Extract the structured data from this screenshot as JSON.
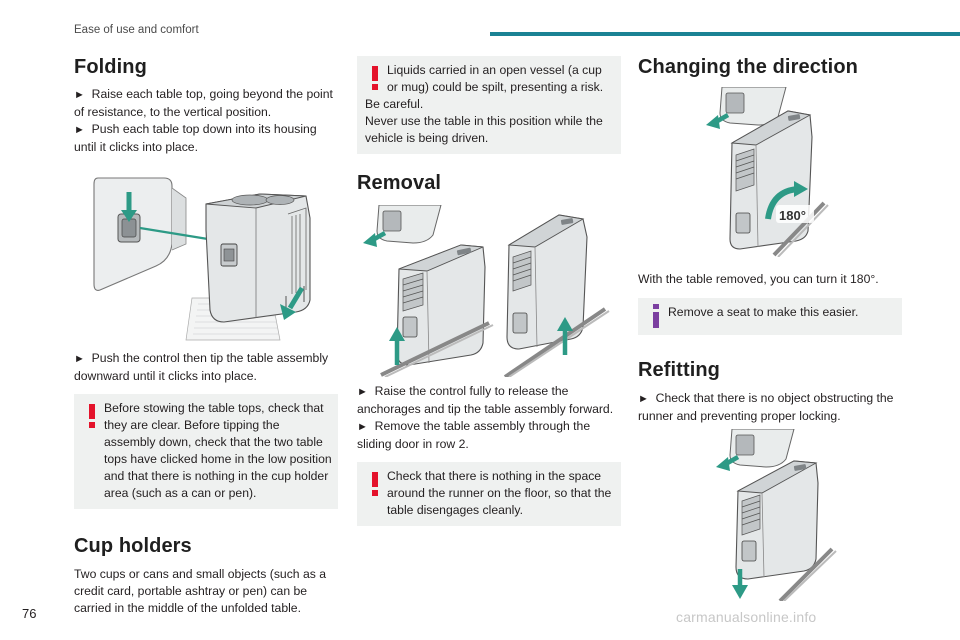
{
  "header": {
    "section": "Ease of use and comfort",
    "accent_color": "#1a8294"
  },
  "page_number": "76",
  "watermark": "carmanualsonline.info",
  "colors": {
    "warning": "#e4122b",
    "info": "#7b3fa0",
    "arrow": "#2d9a86",
    "box": "#eff1f0"
  },
  "folding": {
    "title": "Folding",
    "step1": "Raise each table top, going beyond the point of resistance, to the vertical position.",
    "step2": "Push each table top down into its housing until it clicks into place.",
    "step3": "Push the control then tip the table assembly downward until it clicks into place.",
    "warning": "Before stowing the table tops, check that they are clear. Before tipping the assembly down, check that the two table tops have clicked home in the low position and that there is nothing in the cup holder area (such as a can or pen)."
  },
  "cup_holders": {
    "title": "Cup holders",
    "text": "Two cups or cans and small objects (such as a credit card, portable ashtray or pen) can be carried in the middle of the unfolded table."
  },
  "liquids_warning": {
    "line1": "Liquids carried in an open vessel (a cup or mug) could be spilt, presenting a risk.",
    "line2": "Be careful.",
    "line3": "Never use the table in this position while the vehicle is being driven."
  },
  "removal": {
    "title": "Removal",
    "step1": "Raise the control fully to release the anchorages and tip the table assembly forward.",
    "step2": "Remove the table assembly through the sliding door in row 2.",
    "warning": "Check that there is nothing in the space around the runner on the floor, so that the table disengages cleanly."
  },
  "changing_direction": {
    "title": "Changing the direction",
    "rotation_label": "180°",
    "text": "With the table removed, you can turn it 180°.",
    "info": "Remove a seat to make this easier."
  },
  "refitting": {
    "title": "Refitting",
    "step1": "Check that there is no object obstructing the runner and preventing proper locking."
  },
  "bullet": "►"
}
